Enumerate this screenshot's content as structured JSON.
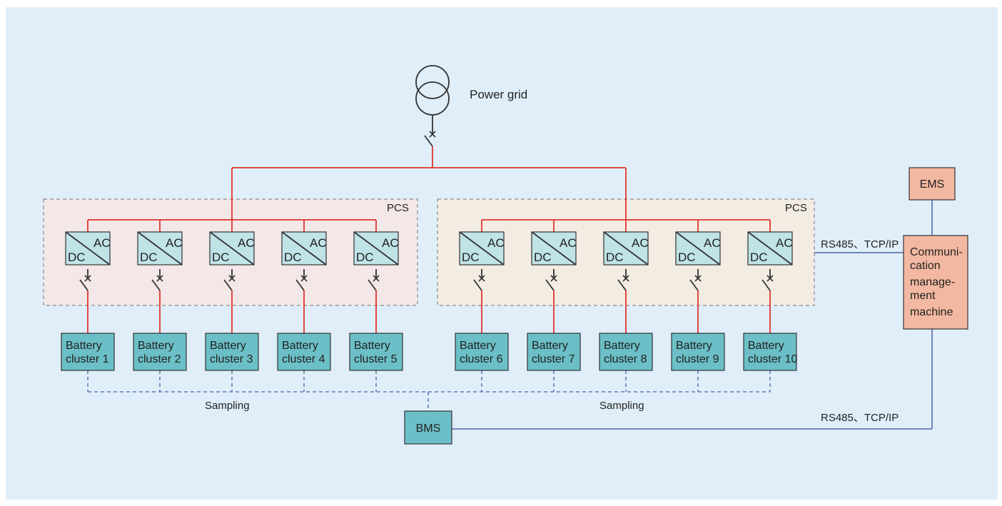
{
  "grid": {
    "label": "Power grid"
  },
  "pcs_groups": [
    {
      "label": "PCS"
    },
    {
      "label": "PCS"
    }
  ],
  "converter": {
    "ac_label": "AC",
    "dc_label": "DC",
    "count": 10
  },
  "clusters": [
    {
      "line1": "Battery",
      "line2": "cluster 1"
    },
    {
      "line1": "Battery",
      "line2": "cluster 2"
    },
    {
      "line1": "Battery",
      "line2": "cluster 3"
    },
    {
      "line1": "Battery",
      "line2": "cluster 4"
    },
    {
      "line1": "Battery",
      "line2": "cluster 5"
    },
    {
      "line1": "Battery",
      "line2": "cluster 6"
    },
    {
      "line1": "Battery",
      "line2": "cluster 7"
    },
    {
      "line1": "Battery",
      "line2": "cluster 8"
    },
    {
      "line1": "Battery",
      "line2": "cluster 9"
    },
    {
      "line1": "Battery",
      "line2": "cluster 10"
    }
  ],
  "sampling_labels": [
    "Sampling",
    "Sampling"
  ],
  "bms": {
    "label": "BMS"
  },
  "ems": {
    "label": "EMS"
  },
  "comm_machine": {
    "lines": [
      "Communi-",
      "cation",
      "manage-",
      "ment",
      "machine"
    ]
  },
  "protocol_labels": {
    "pcs_link": "RS485、TCP/IP",
    "bms_link": "RS485、TCP/IP"
  },
  "colors": {
    "background": "#e0eef9",
    "power_line": "#e3342f",
    "signal_line": "#4a63a8",
    "pcs_left_fill": "#f3e7e8",
    "pcs_right_fill": "#f2ece2",
    "converter_fill": "#bfe3e6",
    "battery_fill": "#6bbfc6",
    "bms_fill": "#6bbfc6",
    "comm_fill": "#f3b8a1"
  }
}
